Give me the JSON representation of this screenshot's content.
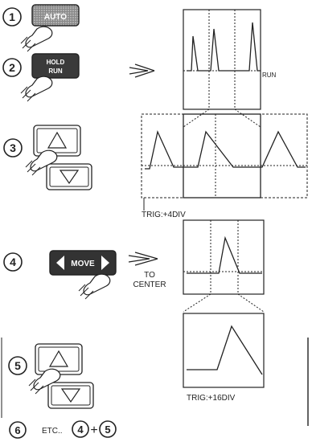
{
  "steps": [
    {
      "number": "1",
      "button_label": "AUTO"
    },
    {
      "number": "2",
      "button_label_top": "HOLD",
      "button_label_bottom": "RUN"
    },
    {
      "number": "3"
    },
    {
      "number": "4",
      "button_label": "MOVE"
    },
    {
      "number": "5"
    },
    {
      "number": "6",
      "text": "ETC..",
      "ref_a": "4",
      "plus": "+",
      "ref_b": "5"
    }
  ],
  "screens": {
    "run_label": "RUN",
    "trig_label_1": "TRIG:+4DIV",
    "arrow_caption_top": "TO",
    "arrow_caption_bottom": "CENTER",
    "trig_label_2": "TRIG:+16DIV"
  },
  "icons": [
    "finger-press-icon",
    "up-arrow-icon",
    "down-arrow-icon",
    "double-arrow-icon",
    "move-left-arrow-icon",
    "move-right-arrow-icon"
  ]
}
